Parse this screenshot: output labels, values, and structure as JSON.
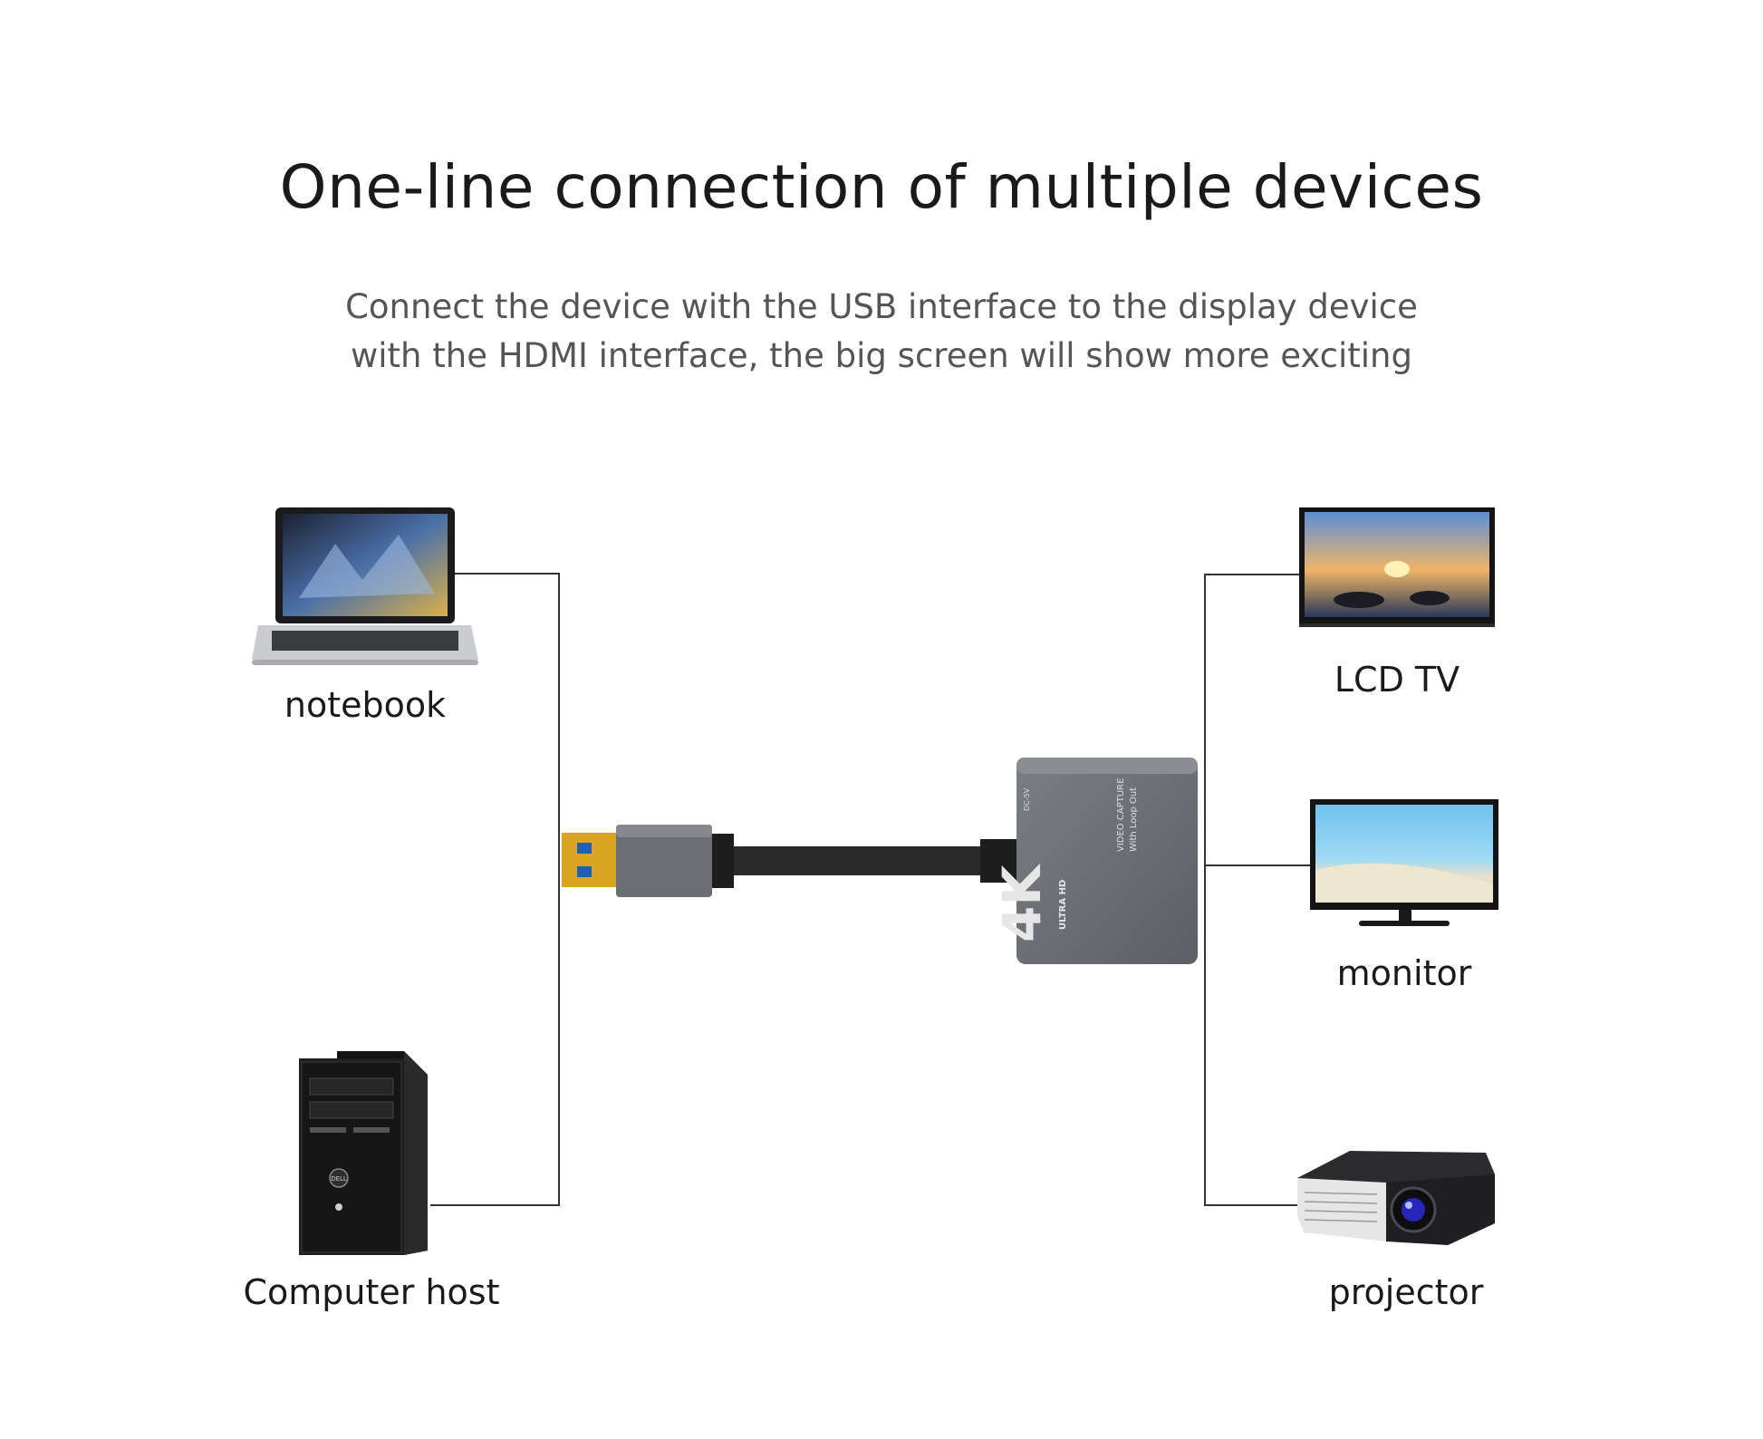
{
  "title": "One-line connection of multiple devices",
  "subtitle": {
    "line1": "Connect the device with the USB interface to the display device",
    "line2": "with the HDMI interface, the big screen will show more exciting"
  },
  "devices": {
    "notebook": "notebook",
    "computer_host": "Computer host",
    "lcd_tv": "LCD TV",
    "monitor": "monitor",
    "projector": "projector"
  },
  "adapter": {
    "badge": "4K",
    "badge_sub": "ULTRA HD",
    "caption_line1": "VIDEO CAPTURE",
    "caption_line2": "With Loop Out",
    "port_label": "DC-5V"
  },
  "pc_brand": "DELL",
  "colors": {
    "line": "#333333",
    "adapter_body": "#6b6e73",
    "cable": "#2a2a2a",
    "usb_blue": "#1e5fb8",
    "usb_gold": "#d9a520"
  }
}
